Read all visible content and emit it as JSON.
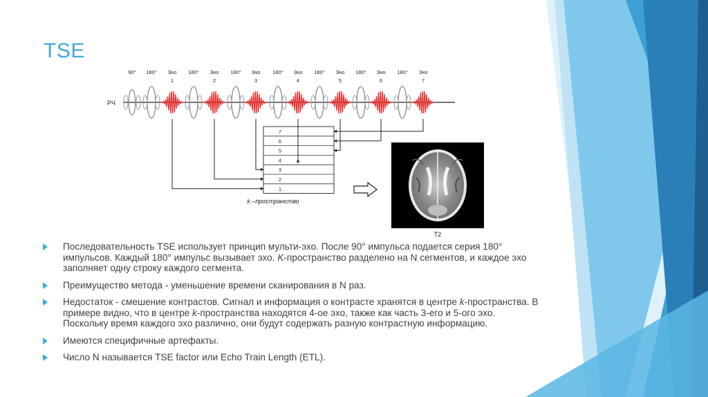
{
  "slide": {
    "title": "TSE",
    "accent_color": "#3fa9d9"
  },
  "diagram": {
    "pulse_labels": [
      "90°",
      "180°",
      "Эхо",
      "180°",
      "Эхо",
      "180°",
      "Эхо",
      "180°",
      "Эхо",
      "180°",
      "Эхо",
      "180°",
      "Эхо",
      "180°",
      "Эхо"
    ],
    "echo_numbers": [
      "1",
      "2",
      "3",
      "4",
      "5",
      "6",
      "7"
    ],
    "rf_label": "РЧ",
    "kspace_rows": [
      "7",
      "6",
      "5",
      "4",
      "3",
      "2",
      "1"
    ],
    "kspace_label": "k –пространство",
    "image_label": "T2",
    "echo_color": "#e53030"
  },
  "bullets": [
    {
      "parts": [
        "Последовательность TSE использует принцип мульти-эхо. После 90° импульса подается серия 180° импульсов. Каждый 180° импульс вызывает эхо. ",
        "K",
        "-пространство разделено на N сегментов, и каждое эхо заполняет одну строку каждого сегмента."
      ]
    },
    {
      "parts": [
        "Преимущество метода - уменьшение времени сканирования в N раз."
      ]
    },
    {
      "parts": [
        "Недостаток - смешение контрастов. Сигнал и информация о контрасте хранятся в центре ",
        "k",
        "-пространства. В примере видно, что в центре ",
        "k",
        "-пространства находятся 4-ое эхо, также как часть 3-его и 5-ого эхо. Поскольку время каждого эхо различно, они будут содержать разную контрастную информацию."
      ]
    },
    {
      "parts": [
        "Имеются специфичные артефакты."
      ]
    },
    {
      "parts": [
        "Число N называется TSE factor или Echo Train Length (ETL)."
      ]
    }
  ]
}
